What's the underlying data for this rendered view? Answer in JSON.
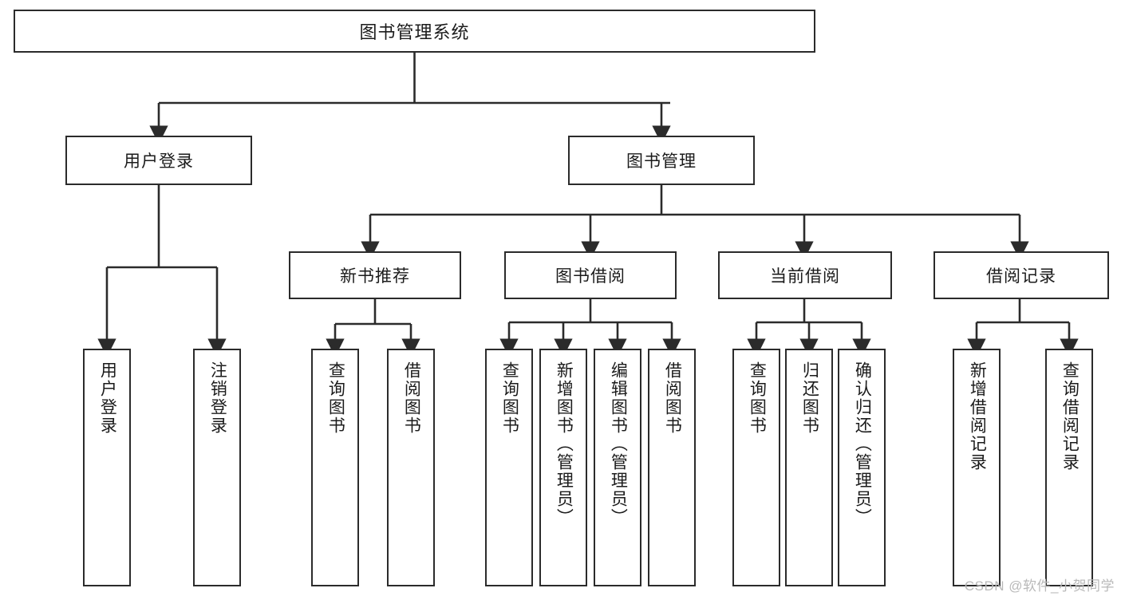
{
  "diagram": {
    "title": "图书管理系统",
    "watermark": "CSDN @软件_小贺同学",
    "line_color": "#2b2b2b",
    "background": "#ffffff",
    "nodes": {
      "root": "图书管理系统",
      "level2": {
        "user_login": "用户登录",
        "book_mgmt": "图书管理"
      },
      "level3": {
        "new_book_rec": "新书推荐",
        "book_borrow": "图书借阅",
        "current_borrow": "当前借阅",
        "borrow_record": "借阅记录"
      },
      "leaves": {
        "user_login_1": "用户登录",
        "user_login_2": "注销登录",
        "new_book_rec_1": "查询图书",
        "new_book_rec_2": "借阅图书",
        "book_borrow_1": "查询图书",
        "book_borrow_2": "新增图书（管理员）",
        "book_borrow_3": "编辑图书（管理员）",
        "book_borrow_4": "借阅图书",
        "current_borrow_1": "查询图书",
        "current_borrow_2": "归还图书",
        "current_borrow_3": "确认归还（管理员）",
        "borrow_record_1": "新增借阅记录",
        "borrow_record_2": "查询借阅记录"
      }
    }
  }
}
